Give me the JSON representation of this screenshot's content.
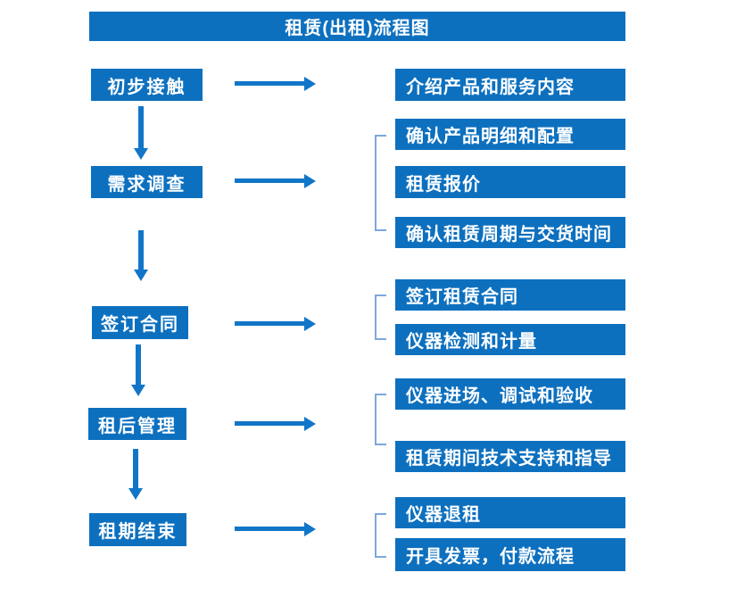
{
  "title": "租赁(出租)流程图",
  "colors": {
    "box_blue": "#0d70bf",
    "arrow_blue": "#1176c8",
    "bracket_blue": "#7da7dc"
  },
  "left_steps": [
    {
      "label": "初步接触"
    },
    {
      "label": "需求调查"
    },
    {
      "label": "签订合同"
    },
    {
      "label": "租后管理"
    },
    {
      "label": "租期结束"
    }
  ],
  "right_items": [
    {
      "label": "介绍产品和服务内容"
    },
    {
      "label": "确认产品明细和配置"
    },
    {
      "label": "租赁报价"
    },
    {
      "label": "确认租赁周期与交货时间"
    },
    {
      "label": "签订租赁合同"
    },
    {
      "label": "仪器检测和计量"
    },
    {
      "label": "仪器进场、调试和验收"
    },
    {
      "label": "租赁期间技术支持和指导"
    },
    {
      "label": "仪器退租"
    },
    {
      "label": "开具发票，付款流程"
    }
  ]
}
